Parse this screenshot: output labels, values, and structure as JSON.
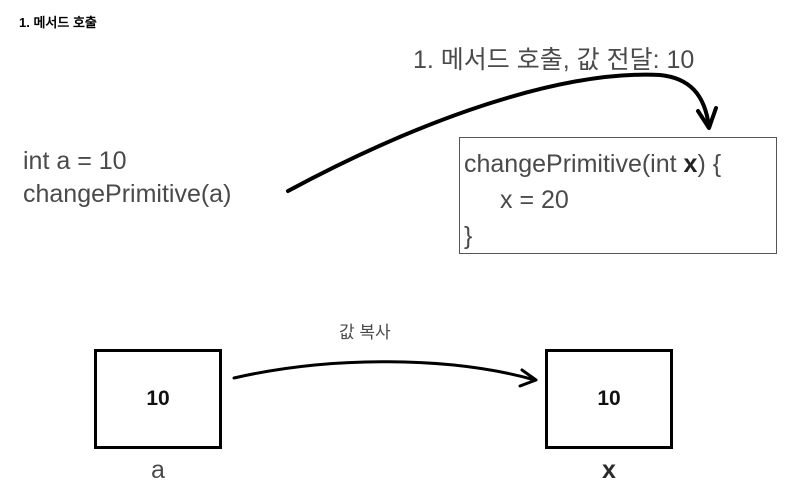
{
  "title": "1. 메서드 호출",
  "step_label": "1. 메서드 호출, 값 전달: 10",
  "caller_code": {
    "line1": "int a = 10",
    "line2": "changePrimitive(a)"
  },
  "method_code": {
    "signature_prefix": "changePrimitive(int ",
    "param": "x",
    "signature_suffix": ") {",
    "body": "x = 20",
    "closing": "}"
  },
  "copy_label": "값 복사",
  "box_a": {
    "value": "10",
    "label": "a"
  },
  "box_x": {
    "value": "10",
    "label": "x"
  },
  "colors": {
    "stroke": "#000000",
    "text": "#4a4a4a"
  }
}
